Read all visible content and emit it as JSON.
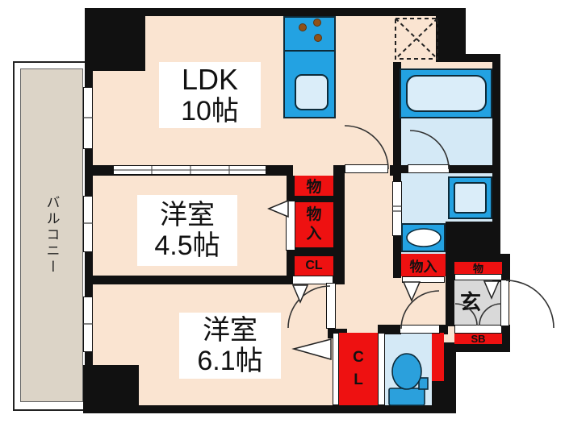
{
  "plan": {
    "rooms": {
      "ldk": {
        "label": "LDK",
        "size": "10帖"
      },
      "western_45": {
        "label": "洋室",
        "size": "4.5帖"
      },
      "western_61": {
        "label": "洋室",
        "size": "6.1帖"
      },
      "balcony": {
        "label": "バルコニー"
      },
      "genkan": {
        "label": "玄"
      }
    },
    "storage": {
      "mono_west_top": "物",
      "monoiri_west": "物入",
      "cl_west": "CL",
      "cl_south": "CL",
      "monoiri_hall": "物入",
      "mono_genkan": "物",
      "shoebox": "SB"
    },
    "colors": {
      "wall": "#111111",
      "room_floor": "#fae4d1",
      "balcony_floor": "#dcd4c7",
      "wet_area_floor": "#d4e9f6",
      "fixture_cyan": "#23a2e2",
      "fixture_light_blue": "#daedf9",
      "storage_red": "#ee1111",
      "genkan_gray": "#d9d9d9"
    }
  }
}
